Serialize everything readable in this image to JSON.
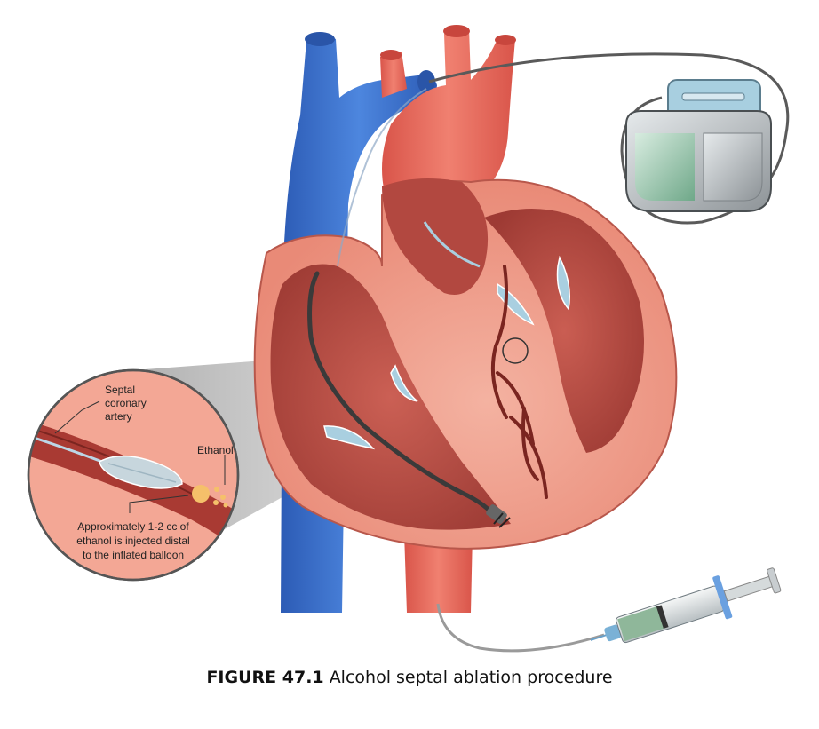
{
  "figure": {
    "callouts": {
      "septal_artery": [
        "Septal",
        "coronary",
        "artery"
      ],
      "ethanol": "Ethanol",
      "injection_note": [
        "Approximately 1-2 cc of",
        "ethanol is injected distal",
        "to the inflated balloon"
      ]
    }
  },
  "caption": {
    "number": "FIGURE 47.1",
    "text": "Alcohol septal ablation procedure"
  },
  "colors": {
    "vena_cava": "#3b6fc9",
    "aorta": "#e2665a",
    "myocardium": "#f2a796",
    "chamber": "#b84a40",
    "valve": "#a9cfe0",
    "catheter": "#3a3a3a",
    "pacemaker": "#aab0b4"
  }
}
